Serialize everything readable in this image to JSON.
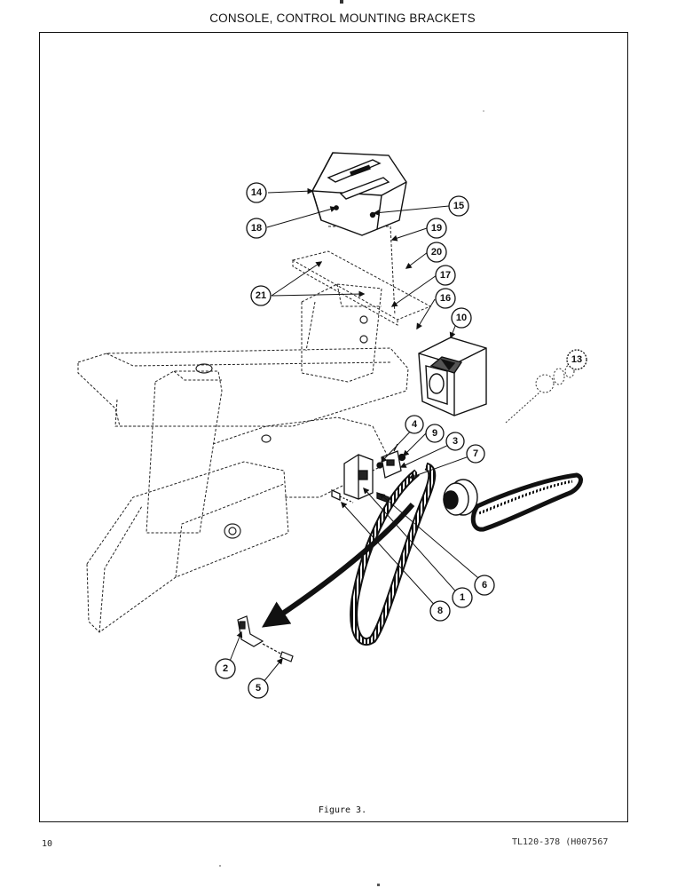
{
  "header": {
    "title": "CONSOLE, CONTROL MOUNTING BRACKETS"
  },
  "figure": {
    "caption": "Figure 3."
  },
  "footer": {
    "page_number": "10",
    "document_code": "TL120-378 (H007567"
  },
  "callouts": [
    {
      "id": "callout-1",
      "label": "1"
    },
    {
      "id": "callout-2",
      "label": "2"
    },
    {
      "id": "callout-3",
      "label": "3"
    },
    {
      "id": "callout-4",
      "label": "4"
    },
    {
      "id": "callout-5",
      "label": "5"
    },
    {
      "id": "callout-6",
      "label": "6"
    },
    {
      "id": "callout-7",
      "label": "7"
    },
    {
      "id": "callout-8",
      "label": "8"
    },
    {
      "id": "callout-9",
      "label": "9"
    },
    {
      "id": "callout-10",
      "label": "10"
    },
    {
      "id": "callout-13",
      "label": "13"
    },
    {
      "id": "callout-14",
      "label": "14"
    },
    {
      "id": "callout-15",
      "label": "15"
    },
    {
      "id": "callout-16",
      "label": "16"
    },
    {
      "id": "callout-17",
      "label": "17"
    },
    {
      "id": "callout-18",
      "label": "18"
    },
    {
      "id": "callout-19",
      "label": "19"
    },
    {
      "id": "callout-20",
      "label": "20"
    },
    {
      "id": "callout-21",
      "label": "21"
    }
  ]
}
